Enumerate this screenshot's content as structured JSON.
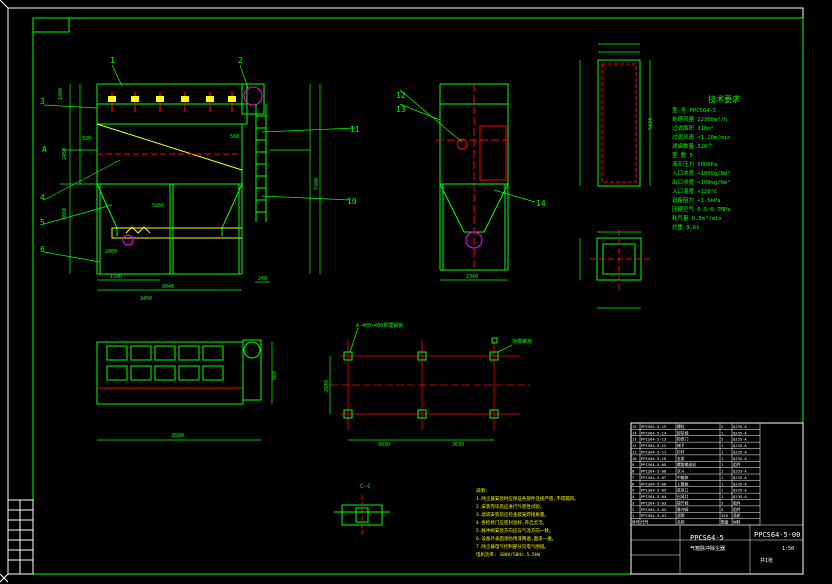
{
  "colors": {
    "background": "#000000",
    "frame": "#ffffff",
    "outline": "#00ff00",
    "detail": "#ffff00",
    "centerline": "#ff0000",
    "accent": "#ff00ff",
    "cyan": "#00ffff"
  },
  "elevation": {
    "callouts": [
      "1",
      "2",
      "3",
      "4",
      "5",
      "6",
      "10",
      "11"
    ],
    "dims": [
      "1400",
      "5680",
      "2450",
      "3860",
      "1500",
      "2000",
      "9040",
      "240",
      "7380",
      "3450",
      "568",
      "320"
    ],
    "section_mark": "A"
  },
  "side_view": {
    "callouts": [
      "12",
      "13",
      "14"
    ],
    "dims": [
      "2340"
    ]
  },
  "inlet_box": {
    "dims": [
      "5424"
    ]
  },
  "tech_requirements": {
    "title": "技术要求",
    "rows": [
      "型    号 PPCS64-5",
      "处理风量 22300m³/h",
      "过滤面积 310m²",
      "过滤风速 <1.20m/min",
      "滤袋数量 320个",
      "室 数 5",
      "清灰压力 5000Pa",
      "入口浓度 <1000g/Nm³",
      "出口浓度 <100mg/Nm³",
      "入口温度 <120°C",
      "设备阻力 <1.5kPa",
      "压缩空气 0.5~0.7MPa",
      "耗气量 0.5m³/min",
      "总重 9.6t"
    ]
  },
  "foundation": {
    "notes": [
      "A-400×400预埋钢板",
      "地脚螺栓"
    ],
    "dims": [
      "2640",
      "3030",
      "3630"
    ]
  },
  "section_cc": {
    "label": "C-C"
  },
  "plan_view": {
    "dims": [
      "8500",
      "960"
    ]
  },
  "notes": {
    "lines": [
      "说明:",
      "1.除尘器安装时应保证各部件连接严密,不得漏风。",
      "2.安装完毕后应进行气密性试验。",
      "3.滤袋安装前应检查袋笼焊接质量。",
      "4.各检修门应密封良好,开启灵活。",
      "5.脉冲阀安装方向应与气流方向一致。",
      "6.设备外表面涂防锈漆两遍,面漆一遍。",
      "7.除尘器电气控制部分见电气图纸。",
      "电机功率: 380V/50Hz 5.5kW"
    ]
  },
  "title_block": {
    "drawing_no": "PPCS64-5-00",
    "name": "PPCS64-5",
    "subtitle": "气箱脉冲除尘器",
    "scale": "1:50",
    "sheet": "共1张",
    "bom_rows": [
      [
        "15",
        "PPCS64-5-15",
        "螺栓",
        "2",
        "Q235-A"
      ],
      [
        "14",
        "PPCS64-5-14",
        "卸灰阀",
        "1",
        "Q235-A"
      ],
      [
        "13",
        "PPCS64-5-13",
        "检修门",
        "5",
        "Q235-A"
      ],
      [
        "12",
        "PPCS64-5-12",
        "梯子",
        "1",
        "Q235-A"
      ],
      [
        "11",
        "PPCS64-5-11",
        "栏杆",
        "1",
        "Q235-A"
      ],
      [
        "10",
        "PPCS64-5-10",
        "支架",
        "1",
        "Q235-A"
      ],
      [
        "9",
        "PPCS64-5-09",
        "螺旋输送机",
        "1",
        "组件"
      ],
      [
        "8",
        "PPCS64-5-08",
        "灰斗",
        "1",
        "Q235-A"
      ],
      [
        "7",
        "PPCS64-5-07",
        "中箱体",
        "1",
        "Q235-A"
      ],
      [
        "6",
        "PPCS64-5-06",
        "上箱体",
        "1",
        "Q235-A"
      ],
      [
        "5",
        "PPCS64-5-05",
        "进风口",
        "1",
        "Q235-A"
      ],
      [
        "4",
        "PPCS64-5-04",
        "出风口",
        "1",
        "Q235-A"
      ],
      [
        "3",
        "PPCS64-5-03",
        "提升阀",
        "5",
        "组件"
      ],
      [
        "2",
        "PPCS64-5-02",
        "脉冲阀",
        "5",
        "组件"
      ],
      [
        "1",
        "PPCS64-5-01",
        "滤袋",
        "320",
        "涤纶"
      ]
    ],
    "header": [
      "序号",
      "代号",
      "名称",
      "数量",
      "材料"
    ]
  }
}
